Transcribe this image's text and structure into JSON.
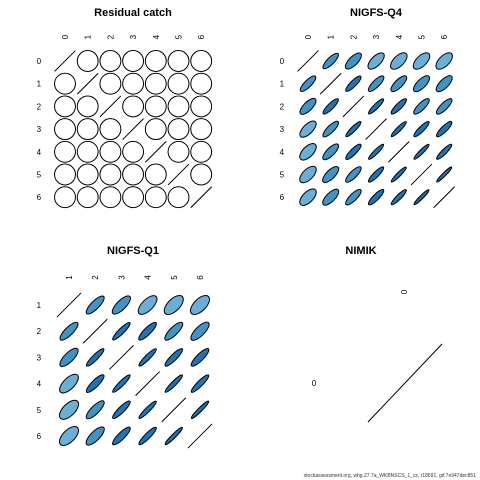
{
  "chart_data": [
    {
      "type": "correlation-ellipse-matrix",
      "title": "Residual catch",
      "labels": [
        "0",
        "1",
        "2",
        "3",
        "4",
        "5",
        "6"
      ],
      "correlations": [
        [
          1,
          0,
          0,
          0,
          0,
          0,
          0
        ],
        [
          0,
          1,
          0,
          0,
          0,
          0,
          0
        ],
        [
          0,
          0,
          1,
          0,
          0,
          0,
          0
        ],
        [
          0,
          0,
          0,
          1,
          0,
          0,
          0
        ],
        [
          0,
          0,
          0,
          0,
          1,
          0,
          0
        ],
        [
          0,
          0,
          0,
          0,
          0,
          1,
          0
        ],
        [
          0,
          0,
          0,
          0,
          0,
          0,
          1
        ]
      ]
    },
    {
      "type": "correlation-ellipse-matrix",
      "title": "NIGFS-Q4",
      "labels": [
        "0",
        "1",
        "2",
        "3",
        "4",
        "5",
        "6"
      ],
      "correlations": [
        [
          1.0,
          0.8,
          0.7,
          0.65,
          0.6,
          0.6,
          0.6
        ],
        [
          0.8,
          1.0,
          0.85,
          0.8,
          0.75,
          0.7,
          0.7
        ],
        [
          0.7,
          0.85,
          1.0,
          0.9,
          0.85,
          0.8,
          0.8
        ],
        [
          0.65,
          0.8,
          0.9,
          1.0,
          0.92,
          0.88,
          0.85
        ],
        [
          0.6,
          0.75,
          0.85,
          0.92,
          1.0,
          0.93,
          0.9
        ],
        [
          0.6,
          0.7,
          0.8,
          0.88,
          0.93,
          1.0,
          0.95
        ],
        [
          0.6,
          0.7,
          0.8,
          0.85,
          0.9,
          0.95,
          1.0
        ]
      ]
    },
    {
      "type": "correlation-ellipse-matrix",
      "title": "NIGFS-Q1",
      "labels": [
        "1",
        "2",
        "3",
        "4",
        "5",
        "6"
      ],
      "correlations": [
        [
          1.0,
          0.8,
          0.75,
          0.65,
          0.6,
          0.6
        ],
        [
          0.8,
          1.0,
          0.9,
          0.85,
          0.8,
          0.75
        ],
        [
          0.75,
          0.9,
          1.0,
          0.92,
          0.88,
          0.85
        ],
        [
          0.65,
          0.85,
          0.92,
          1.0,
          0.93,
          0.9
        ],
        [
          0.6,
          0.8,
          0.88,
          0.93,
          1.0,
          0.95
        ],
        [
          0.6,
          0.75,
          0.85,
          0.9,
          0.95,
          1.0
        ]
      ]
    },
    {
      "type": "correlation-ellipse-matrix",
      "title": "NIMIK",
      "labels": [
        "0"
      ],
      "correlations": [
        [
          1
        ]
      ]
    }
  ],
  "footer": "stockassessment.org, whg.27.7a_WKBNSCS_1_cs, r18691, gif.7e947dec851"
}
